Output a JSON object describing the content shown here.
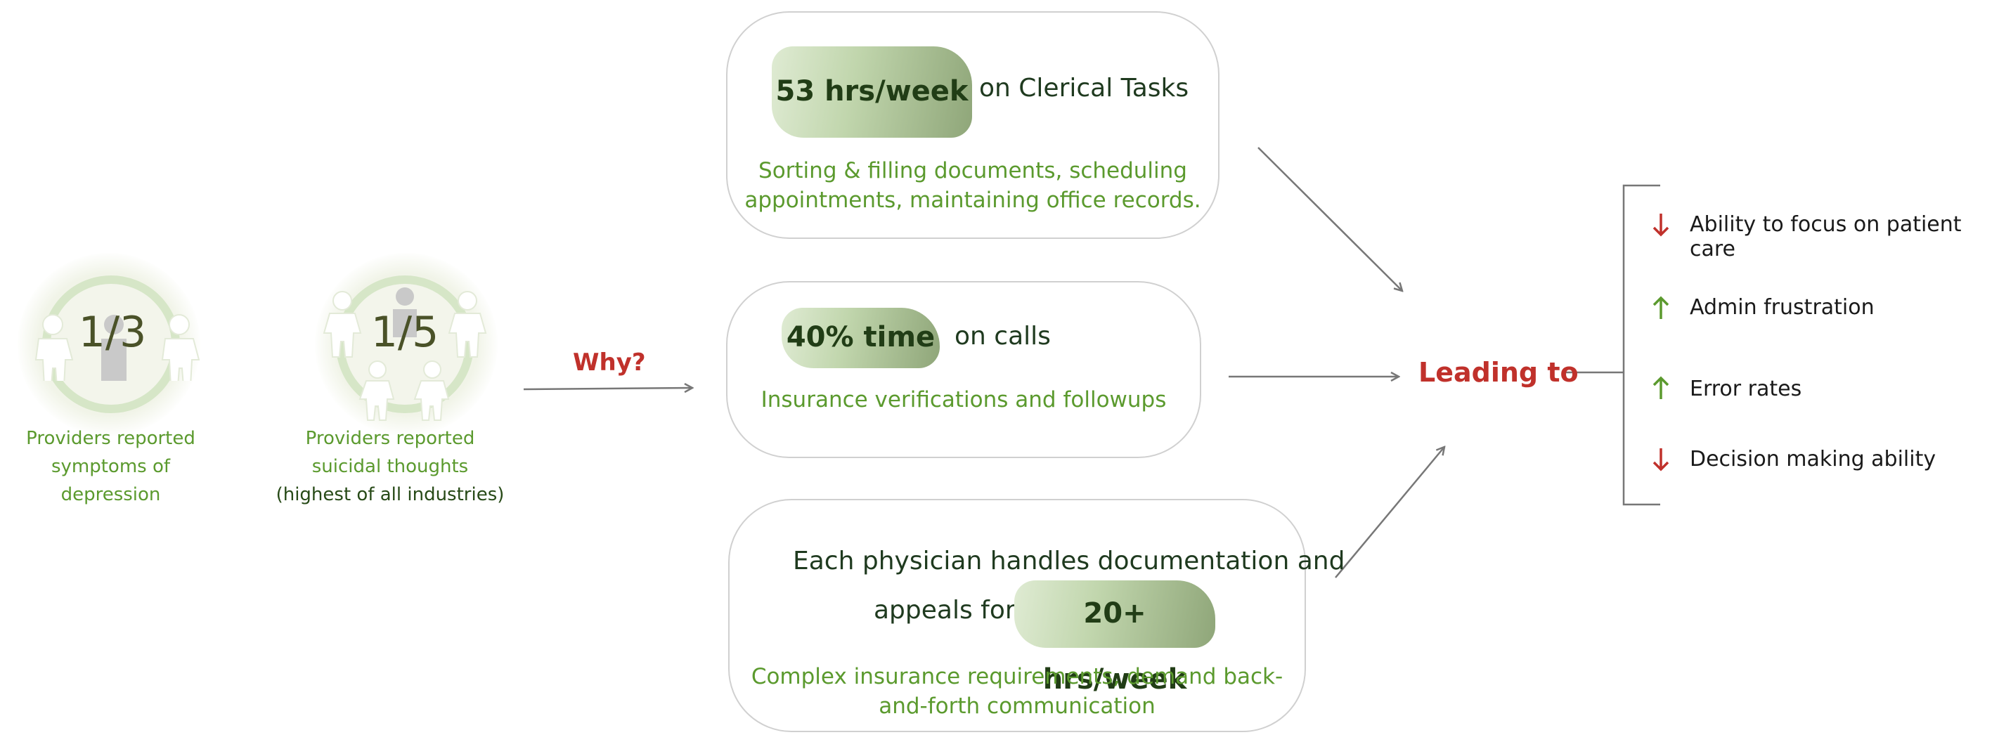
{
  "stats": [
    {
      "ratio_left": "1",
      "ratio_sep": "/",
      "ratio_right": "3",
      "line1": "Providers reported",
      "line2": "symptoms of depression",
      "note": ""
    },
    {
      "ratio_left": "1",
      "ratio_sep": "/",
      "ratio_right": "5",
      "line1": "Providers reported",
      "line2": "suicidal thoughts",
      "note": "(highest of all industries)"
    }
  ],
  "why_label": "Why?",
  "boxes": [
    {
      "highlight": "53 hrs/week",
      "text": "on Clerical Tasks",
      "sub1": "Sorting & filling documents, scheduling",
      "sub2": "appointments, maintaining office records."
    },
    {
      "highlight": "40% time",
      "text": "on calls",
      "sub1": "Insurance verifications and followups"
    },
    {
      "text_line1": "Each physician handles documentation and",
      "text_line2": "appeals for",
      "highlight": "20+ hrs/week",
      "sub1": "Complex insurance requirements, demand back-",
      "sub2": "and-forth communication"
    }
  ],
  "leading_label": "Leading to",
  "outcomes": [
    {
      "label": "Ability to focus on patient care",
      "direction": "down",
      "color": "#c0312b"
    },
    {
      "label": "Admin frustration",
      "direction": "up",
      "color": "#5b9a2e"
    },
    {
      "label": "Error rates",
      "direction": "up",
      "color": "#5b9a2e"
    },
    {
      "label": "Decision making ability",
      "direction": "down",
      "color": "#c0312b"
    }
  ],
  "colors": {
    "accent_green": "#5b9a2e",
    "accent_red": "#c0312b",
    "dark_green": "#213d16"
  }
}
